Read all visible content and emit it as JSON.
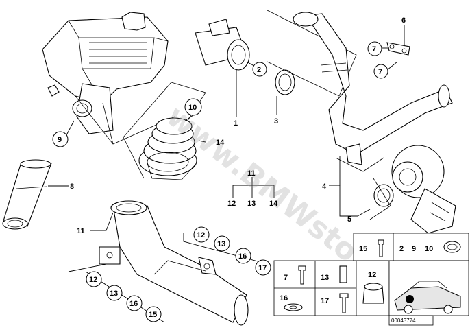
{
  "watermark": "www.BMWstore.pl",
  "reference": "00043774",
  "callouts": {
    "c1": "1",
    "c2": "2",
    "c3": "3",
    "c4": "4",
    "c5": "5",
    "c6": "6",
    "c7a": "7",
    "c7b": "7",
    "c8": "8",
    "c9": "9",
    "c10": "10",
    "c11": "11",
    "c14": "14",
    "c11b": "11",
    "c12b": "12",
    "c13b": "13",
    "c14b": "14",
    "c12c": "12",
    "c13c": "13",
    "c16c": "16",
    "c17c": "17",
    "c12d": "12",
    "c13d": "13",
    "c16d": "16",
    "c15d": "15"
  },
  "legend": {
    "l15": "15",
    "l2": "2",
    "l9": "9",
    "l10": "10",
    "l7": "7",
    "l13": "13",
    "l12": "12",
    "l16": "16",
    "l17": "17"
  }
}
